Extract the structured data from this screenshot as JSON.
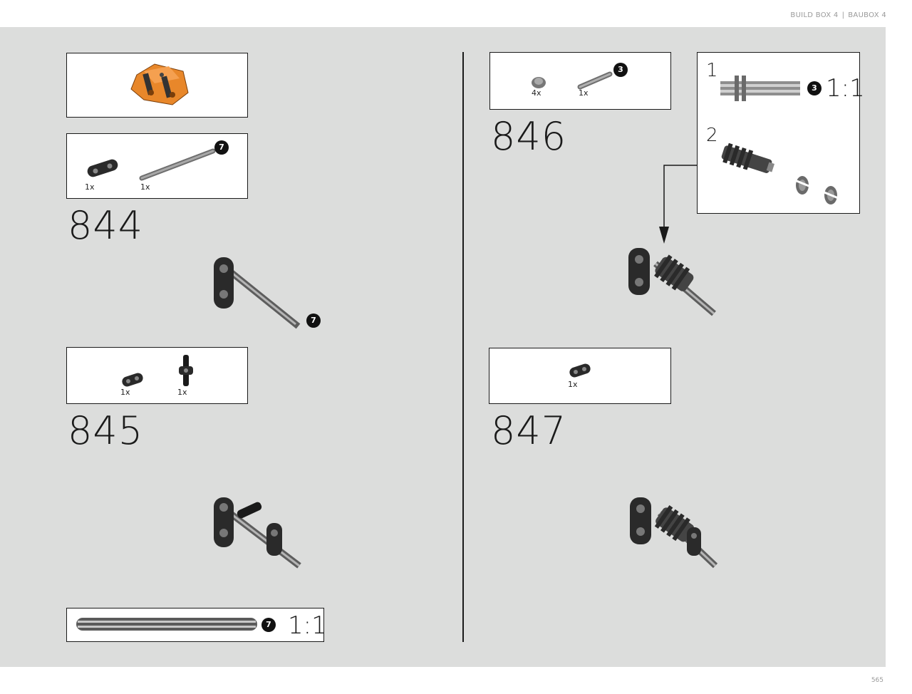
{
  "header": {
    "left": "BUILD BOX 4",
    "separator": "|",
    "right": "BAUBOX 4"
  },
  "page_number": "565",
  "left_page": {
    "step_844": {
      "number": "844",
      "parts": [
        {
          "qty": "1x"
        },
        {
          "qty": "1x"
        }
      ],
      "axle_length_badge": "7",
      "model_badge": "7"
    },
    "step_845": {
      "number": "845",
      "parts": [
        {
          "qty": "1x"
        },
        {
          "qty": "1x"
        }
      ]
    },
    "scale_box": {
      "badge": "7",
      "scale": "1:1"
    }
  },
  "right_page": {
    "step_846": {
      "number": "846",
      "parts": [
        {
          "qty": "4x"
        },
        {
          "qty": "1x"
        }
      ],
      "axle_length_badge": "3",
      "subassembly": {
        "step1": "1",
        "step2": "2",
        "badge": "3",
        "scale": "1:1"
      }
    },
    "step_847": {
      "number": "847",
      "parts": [
        {
          "qty": "1x"
        }
      ]
    }
  },
  "colors": {
    "background_panel": "#dcdddc",
    "accent_orange": "#e8872a",
    "part_dark": "#2a2a2a",
    "part_gray": "#8a8a8a"
  }
}
